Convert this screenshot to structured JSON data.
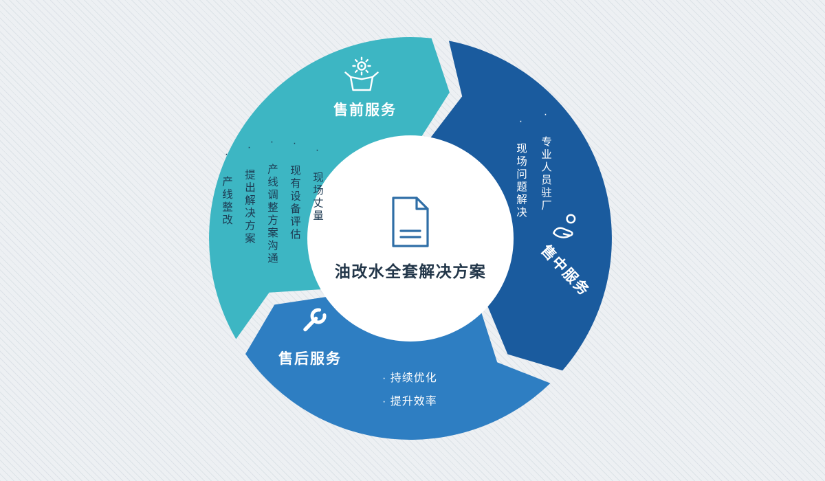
{
  "center": {
    "title": "油改水全套解决方案",
    "icon": "document-icon"
  },
  "colors": {
    "presales": "#3db6c3",
    "midsales": "#1a5b9e",
    "aftersales": "#2e7ec2",
    "center_bg": "#ffffff",
    "center_text": "#223649",
    "list_text_dark": "#1d3a52",
    "list_text_light": "#ffffff",
    "icon_stroke": "#2f6ea6",
    "background": "#edf0f3"
  },
  "segments": {
    "presales": {
      "label": "售前服务",
      "icon": "open-box-gear-icon",
      "items": [
        "· 现场丈量",
        "· 现有设备评估",
        "· 产线调整方案沟通",
        "· 提出解决方案",
        "· 产线整改"
      ]
    },
    "midsales": {
      "label": "售中服务",
      "icon": "hand-holding-ball-icon",
      "items": [
        "· 专业人员驻厂",
        "· 现场问题解决"
      ]
    },
    "aftersales": {
      "label": "售后服务",
      "icon": "wrench-icon",
      "items": [
        "· 持续优化",
        "· 提升效率"
      ]
    }
  }
}
